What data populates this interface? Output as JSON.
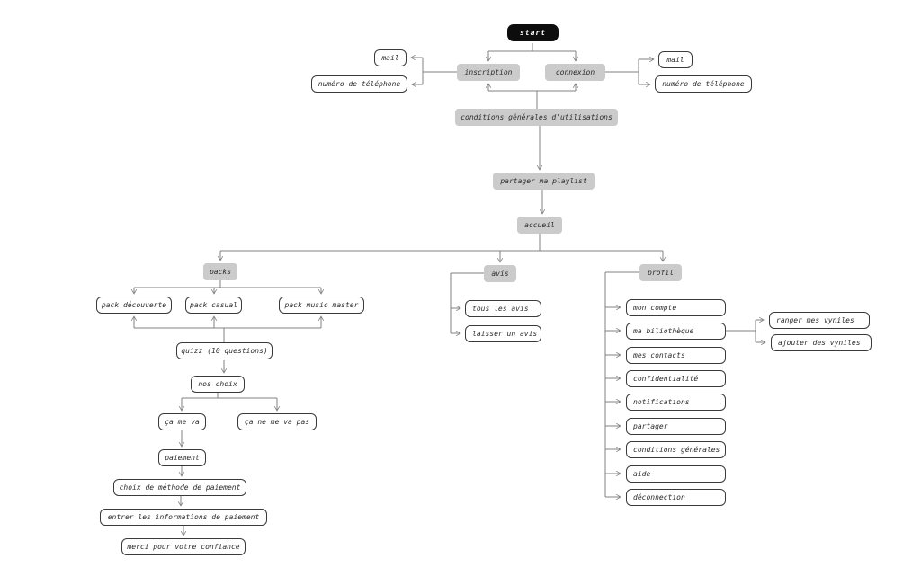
{
  "diagram": {
    "type": "flowchart",
    "language": "fr"
  },
  "colors": {
    "background": "#ffffff",
    "node_gray_fill": "#cbcbcb",
    "node_white_fill": "#ffffff",
    "node_border": "#3a3a3a",
    "start_fill": "#0d0d0d",
    "start_text": "#ffffff",
    "connector_line": "#828282",
    "text": "#2b2b2b"
  },
  "nodes": {
    "start": "start",
    "inscription": "inscription",
    "connexion": "connexion",
    "mail_left": "mail",
    "tel_left": "numéro de téléphone",
    "mail_right": "mail",
    "tel_right": "numéro de téléphone",
    "conditions": "conditions générales d'utilisations",
    "partager_playlist": "partager ma playlist",
    "accueil": "accueil",
    "packs": "packs",
    "avis": "avis",
    "profil": "profil",
    "pack_decouverte": "pack découverte",
    "pack_casual": "pack casual",
    "pack_music_master": "pack music master",
    "quizz": "quizz (10 questions)",
    "nos_choix": "nos choix",
    "ca_me_va": "ça me va",
    "ca_ne_me_va_pas": "ça ne me va pas",
    "paiement": "paiement",
    "choix_methode": "choix de méthode de paiement",
    "entrer_infos": "entrer les informations de paiement",
    "merci": "merci pour votre confiance",
    "tous_les_avis": "tous les avis",
    "laisser_un_avis": "laisser un avis",
    "mon_compte": "mon compte",
    "ma_bibliotheque": "ma biliothèque",
    "mes_contacts": "mes contacts",
    "confidentialite": "confidentialité",
    "notifications": "notifications",
    "partager": "partager",
    "conditions_generales": "conditions générales",
    "aide": "aide",
    "deconnection": "déconnection",
    "ranger_vyniles": "ranger mes vyniles",
    "ajouter_vyniles": "ajouter des vyniles"
  },
  "edges": [
    [
      "start",
      "inscription"
    ],
    [
      "start",
      "connexion"
    ],
    [
      "inscription",
      "mail_left"
    ],
    [
      "inscription",
      "tel_left"
    ],
    [
      "connexion",
      "mail_right"
    ],
    [
      "connexion",
      "tel_right"
    ],
    [
      "conditions",
      "inscription"
    ],
    [
      "conditions",
      "connexion"
    ],
    [
      "conditions",
      "partager_playlist"
    ],
    [
      "partager_playlist",
      "accueil"
    ],
    [
      "accueil",
      "packs"
    ],
    [
      "accueil",
      "avis"
    ],
    [
      "accueil",
      "profil"
    ],
    [
      "packs",
      "pack_decouverte"
    ],
    [
      "packs",
      "pack_casual"
    ],
    [
      "packs",
      "pack_music_master"
    ],
    [
      "quizz",
      "pack_decouverte"
    ],
    [
      "quizz",
      "pack_casual"
    ],
    [
      "quizz",
      "pack_music_master"
    ],
    [
      "quizz",
      "nos_choix"
    ],
    [
      "nos_choix",
      "ca_me_va"
    ],
    [
      "nos_choix",
      "ca_ne_me_va_pas"
    ],
    [
      "ca_me_va",
      "paiement"
    ],
    [
      "paiement",
      "choix_methode"
    ],
    [
      "choix_methode",
      "entrer_infos"
    ],
    [
      "entrer_infos",
      "merci"
    ],
    [
      "avis",
      "tous_les_avis"
    ],
    [
      "avis",
      "laisser_un_avis"
    ],
    [
      "profil",
      "mon_compte"
    ],
    [
      "profil",
      "ma_bibliotheque"
    ],
    [
      "profil",
      "mes_contacts"
    ],
    [
      "profil",
      "confidentialite"
    ],
    [
      "profil",
      "notifications"
    ],
    [
      "profil",
      "partager"
    ],
    [
      "profil",
      "conditions_generales"
    ],
    [
      "profil",
      "aide"
    ],
    [
      "profil",
      "deconnection"
    ],
    [
      "ma_bibliotheque",
      "ranger_vyniles"
    ],
    [
      "ma_bibliotheque",
      "ajouter_vyniles"
    ]
  ]
}
